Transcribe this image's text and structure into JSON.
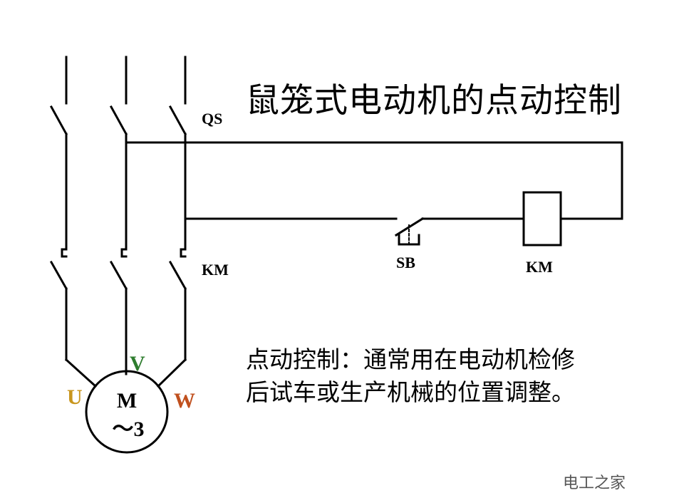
{
  "title": "鼠笼式电动机的点动控制",
  "labels": {
    "qs": "QS",
    "km_main": "KM",
    "sb": "SB",
    "km_coil": "KM",
    "u": "U",
    "v": "V",
    "w": "W",
    "motor_m": "M",
    "motor_phase": "～3"
  },
  "colors": {
    "u": "#c8961e",
    "v": "#2e7d2e",
    "w": "#c0501e"
  },
  "description": {
    "line1": "点动控制：通常用在电动机检修",
    "line2": "后试车或生产机械的位置调整。"
  },
  "watermark": "电工之家"
}
